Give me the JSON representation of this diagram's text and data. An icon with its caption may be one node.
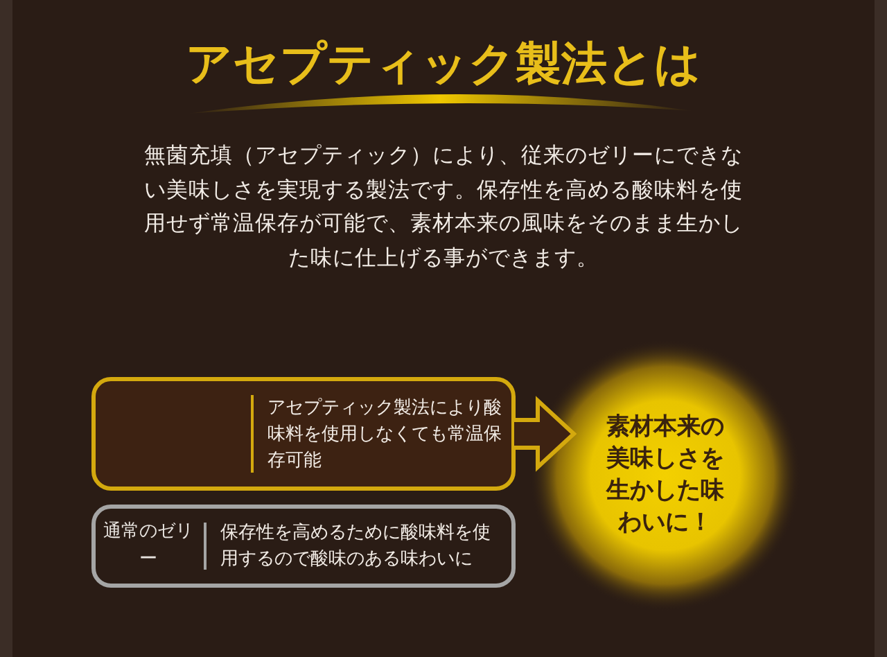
{
  "diagram": {
    "title": "アセプティック製法とは",
    "nodes": [
      {
        "text": [
          "アセプティック製法により酸味料を使用しなくても常温保存可能"
        ]
      },
      {
        "text": [
          "素材本来の美味しさを生かした味わいに！"
        ]
      },
      {
        "text": [
          "通常のゼリー",
          "保存性を高めるために酸味料を使用するので酸味のある味わいに"
        ]
      }
    ],
    "edges": [
      {
        "from": 0,
        "to": 1,
        "arrow": "to"
      }
    ],
    "labels": [
      "無菌充填（アセプティック）により、従来のゼリーにできない美味しさを実現する製法です。保存性を高める酸味料を使用せず常温保存が可能で、素材本来の風味をそのまま生かした味に仕上げる事ができます。"
    ]
  }
}
